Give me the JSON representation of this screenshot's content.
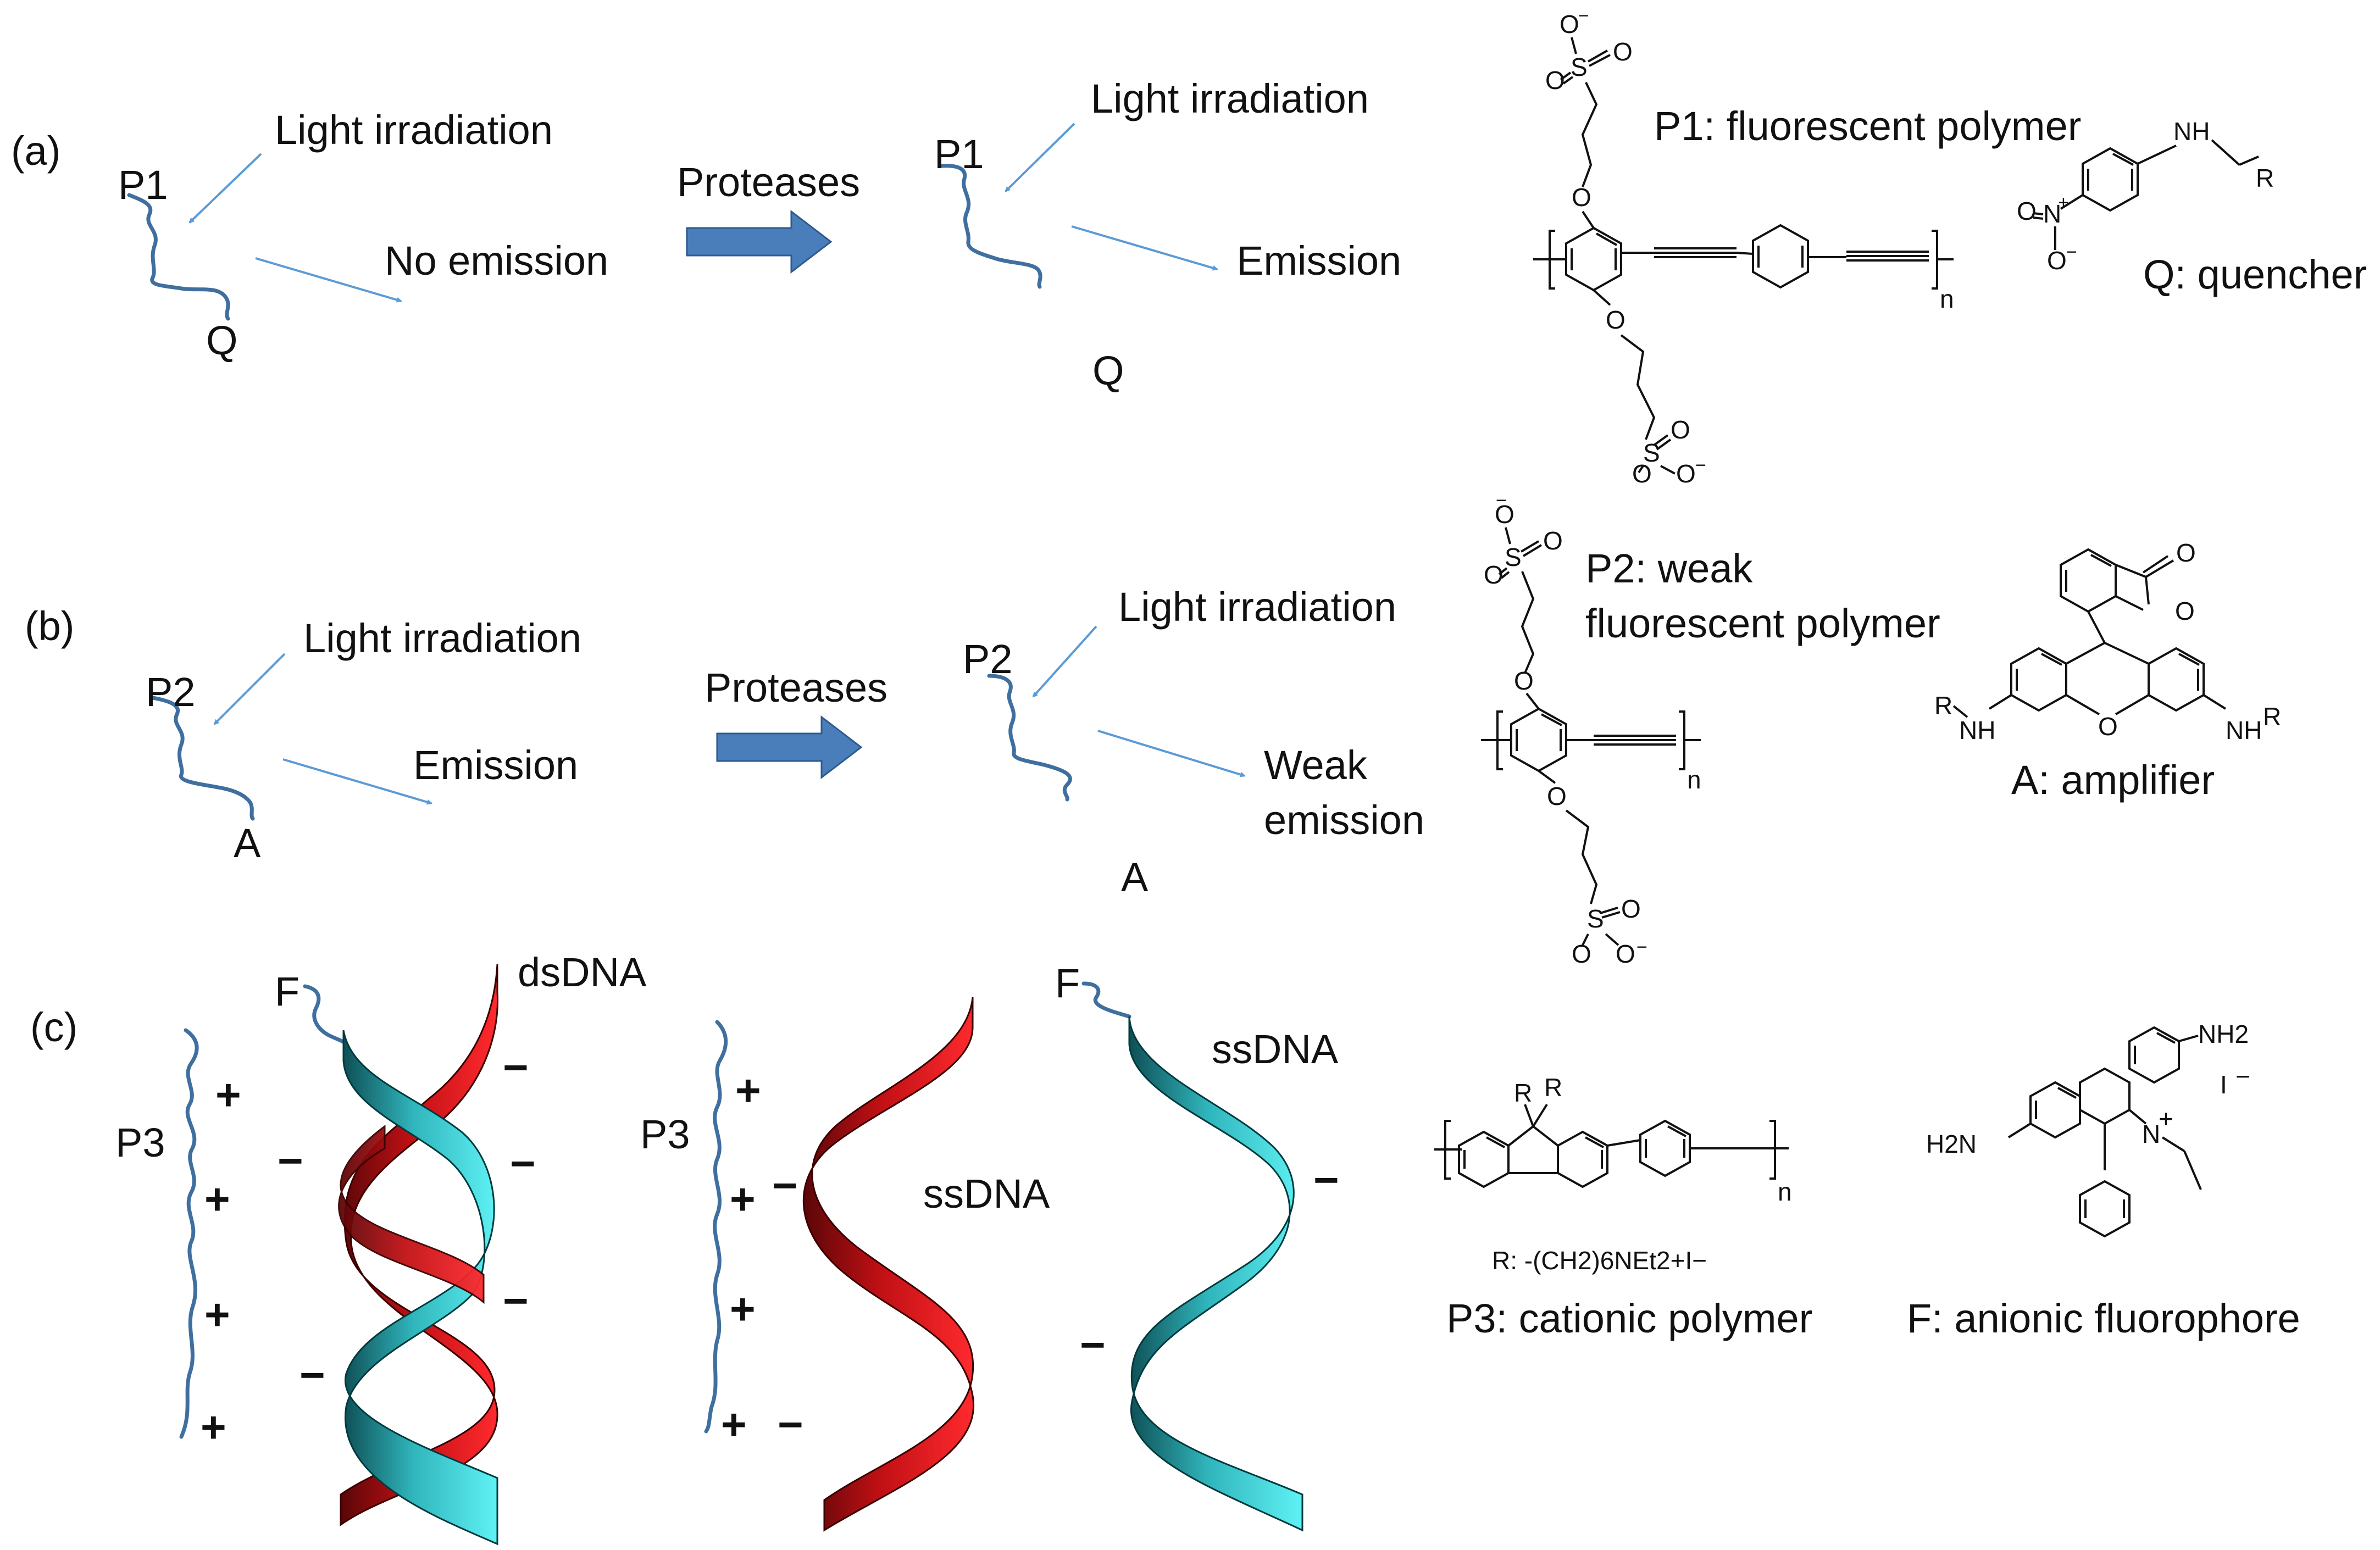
{
  "panels": {
    "a": {
      "label": "(a)",
      "polymer": "P1",
      "partner": "Q",
      "light": "Light irradiation",
      "before_result": "No emission",
      "step": "Proteases",
      "after_result": "Emission",
      "structure_title": "P1: fluorescent polymer",
      "partner_title": "Q: quencher"
    },
    "b": {
      "label": "(b)",
      "polymer": "P2",
      "partner": "A",
      "light": "Light irradiation",
      "before_result": "Emission",
      "step": "Proteases",
      "after_result_line1": "Weak",
      "after_result_line2": "emission",
      "structure_title_line1": "P2: weak",
      "structure_title_line2": "fluorescent polymer",
      "partner_title": "A: amplifier"
    },
    "c": {
      "label": "(c)",
      "polymer": "P3",
      "fluorophore": "F",
      "ds": "dsDNA",
      "ss1": "ssDNA",
      "ss2": "ssDNA",
      "plus": "+",
      "minus": "−",
      "structure_title": "P3: cationic polymer",
      "r_group": "R: -(CH2)6NEt2+I−",
      "fluor_title": "F: anionic fluorophore"
    }
  },
  "colors": {
    "chain": "#3f6f9f",
    "arrow": "#5b9bd5",
    "block_arrow": "#4a7ebb",
    "strand_cyan": "#33c4c8",
    "strand_red": "#e0161b"
  },
  "chem": {
    "O": "O",
    "S": "S",
    "n": "n",
    "NH": "NH",
    "R": "R",
    "N": "N",
    "NH2": "NH2",
    "H2N": "H2N",
    "iodide": "I",
    "plus": "+",
    "minus": "−"
  }
}
